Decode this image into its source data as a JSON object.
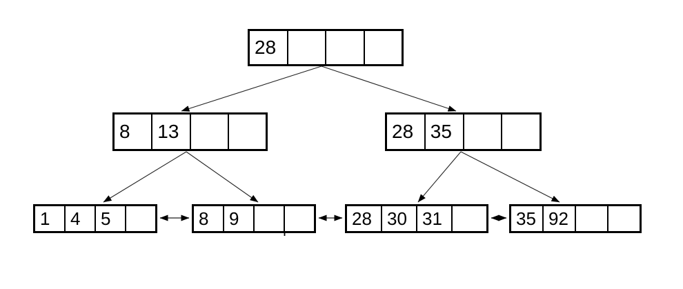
{
  "diagram": {
    "kind": "b-plus-tree",
    "colors": {
      "background": "#ffffff",
      "node_border": "#000000",
      "cell_divider": "#000000",
      "edge_line": "#222222",
      "leaf_link_line": "#444444",
      "arrowhead": "#000000",
      "text": "#000000"
    },
    "nodes": [
      {
        "id": "root",
        "level": 0,
        "role": "root",
        "cells": [
          "28",
          "",
          "",
          ""
        ]
      },
      {
        "id": "internal-left",
        "level": 1,
        "role": "internal",
        "cells": [
          "8",
          "13",
          "",
          ""
        ]
      },
      {
        "id": "internal-right",
        "level": 1,
        "role": "internal",
        "cells": [
          "28",
          "35",
          "",
          ""
        ]
      },
      {
        "id": "leaf-1",
        "level": 2,
        "role": "leaf",
        "cells": [
          "1",
          "4",
          "5",
          ""
        ]
      },
      {
        "id": "leaf-2",
        "level": 2,
        "role": "leaf",
        "cells": [
          "8",
          "9",
          "",
          ""
        ]
      },
      {
        "id": "leaf-3",
        "level": 2,
        "role": "leaf",
        "cells": [
          "28",
          "30",
          "31",
          ""
        ]
      },
      {
        "id": "leaf-4",
        "level": 2,
        "role": "leaf",
        "cells": [
          "35",
          "92",
          "",
          ""
        ]
      }
    ],
    "edges": [
      {
        "from": "root",
        "to": "internal-left",
        "style": "arrow"
      },
      {
        "from": "root",
        "to": "internal-right",
        "style": "arrow"
      },
      {
        "from": "internal-left",
        "to": "leaf-1",
        "style": "arrow"
      },
      {
        "from": "internal-left",
        "to": "leaf-2",
        "style": "arrow"
      },
      {
        "from": "internal-right",
        "to": "leaf-3",
        "style": "arrow"
      },
      {
        "from": "internal-right",
        "to": "leaf-4",
        "style": "arrow"
      }
    ],
    "leaf_links": [
      {
        "from": "leaf-1",
        "to": "leaf-2",
        "style": "double-arrow"
      },
      {
        "from": "leaf-2",
        "to": "leaf-3",
        "style": "double-arrow"
      },
      {
        "from": "leaf-3",
        "to": "leaf-4",
        "style": "double-arrow"
      }
    ]
  }
}
